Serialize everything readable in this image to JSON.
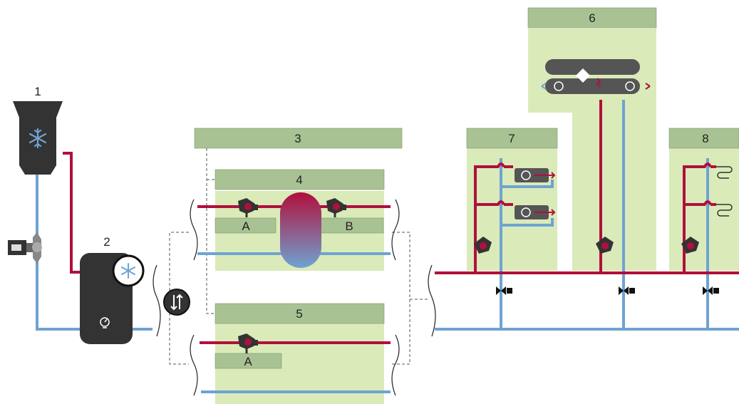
{
  "labels": {
    "n1": "1",
    "n2": "2",
    "n3": "3",
    "n4": "4",
    "n5": "5",
    "n6": "6",
    "n7": "7",
    "n8": "8",
    "a1": "A",
    "b1": "B",
    "a2": "A"
  },
  "colors": {
    "supply": "#b0103c",
    "return": "#6fa3d2",
    "panel": "#dbeab9",
    "header_box": "#a9c293",
    "device": "#333333",
    "dash": "#555555"
  },
  "icons": {
    "chiller": "snowflake-icon",
    "tank_badge": "snowflake-icon",
    "gauge": "gauge-icon",
    "exchanger": "heat-exchanger-icon",
    "pump": "pump-icon",
    "valve": "motor-valve-icon",
    "fan": "fan-icon",
    "ahu": "air-handling-unit-icon",
    "coil": "radiant-coil-icon"
  }
}
